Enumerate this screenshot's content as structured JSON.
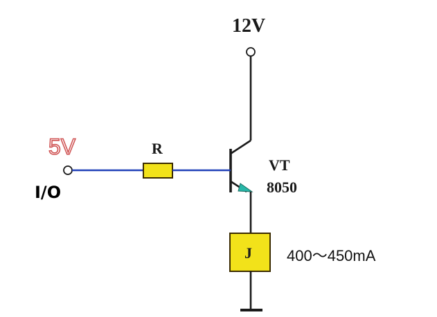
{
  "labels": {
    "supply_voltage": "12V",
    "input_voltage": "5V",
    "io_pin": "I/O",
    "resistor": "R",
    "transistor_ref": "VT",
    "transistor_part": "8050",
    "relay_coil": "J",
    "coil_current": "400～450mA"
  },
  "colors": {
    "wire_black": "#1a1a1a",
    "wire_blue": "#1f3fb8",
    "component_fill": "#f2e21a",
    "component_stroke": "#3a2a00",
    "emitter_arrow": "#27b7a8",
    "input_label": "#d05555"
  }
}
